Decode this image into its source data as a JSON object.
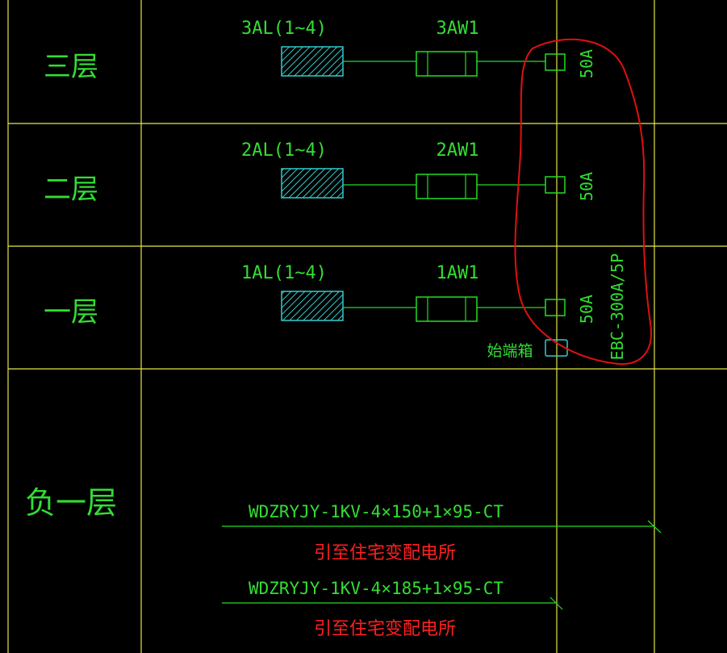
{
  "colors": {
    "background": "#000000",
    "grid": "#e6e64a",
    "wire": "#22dd22",
    "text_green": "#33dd33",
    "panel": "#33cccc",
    "note_red": "#ff2020",
    "markup_red": "#e01010"
  },
  "floors": [
    {
      "label": "三层",
      "panel": "3AL(1~4)",
      "cable": "3AW1",
      "breaker": "50A"
    },
    {
      "label": "二层",
      "panel": "2AL(1~4)",
      "cable": "2AW1",
      "breaker": "50A"
    },
    {
      "label": "一层",
      "panel": "1AL(1~4)",
      "cable": "1AW1",
      "breaker": "50A"
    }
  ],
  "basement": {
    "label": "负一层"
  },
  "busway": {
    "rating": "EBC-300A/5P"
  },
  "start_box": {
    "label": "始端箱"
  },
  "feeders": [
    {
      "cable": "WDZRYJY-1KV-4×150+1×95-CT",
      "note": "引至住宅变配电所"
    },
    {
      "cable": "WDZRYJY-1KV-4×185+1×95-CT",
      "note": "引至住宅变配电所"
    }
  ]
}
